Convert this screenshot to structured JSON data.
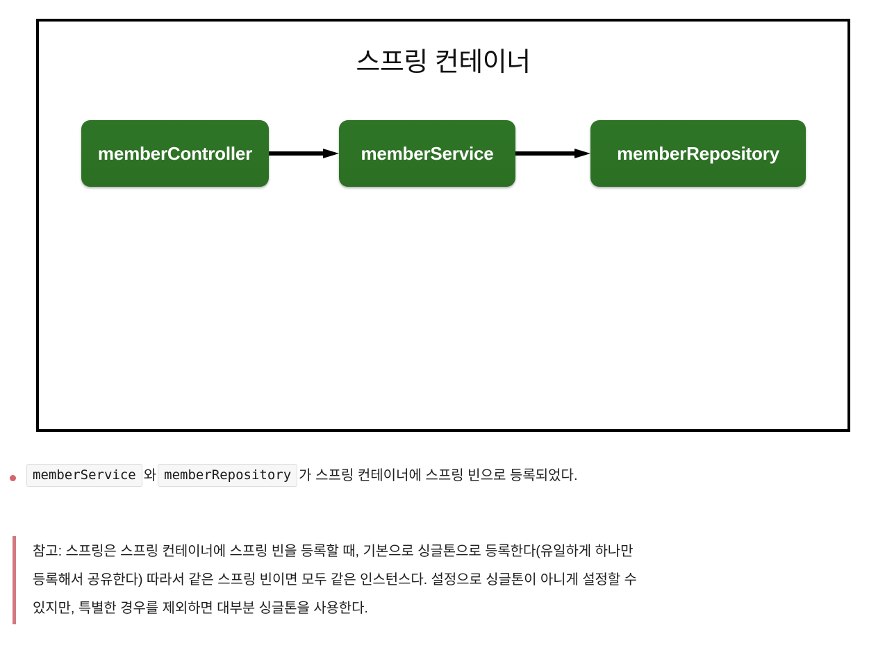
{
  "diagram": {
    "title": "스프링 컨테이너",
    "frame_border_color": "#000000",
    "node_color": "#2d7326",
    "node_text_color": "#ffffff",
    "arrow_color": "#000000",
    "nodes": [
      {
        "id": "memberController",
        "label": "memberController"
      },
      {
        "id": "memberService",
        "label": "memberService"
      },
      {
        "id": "memberRepository",
        "label": "memberRepository"
      }
    ],
    "edges": [
      {
        "from": "memberController",
        "to": "memberService"
      },
      {
        "from": "memberService",
        "to": "memberRepository"
      }
    ]
  },
  "bullets": [
    {
      "marker_color": "#d1656b",
      "code1": "memberService",
      "mid": "와",
      "code2": "memberRepository",
      "tail": "가 스프링 컨테이너에 스프링 빈으로 등록되었다."
    }
  ],
  "note": {
    "border_color": "#d2797f",
    "lines": [
      "참고: 스프링은 스프링 컨테이너에 스프링 빈을 등록할 때, 기본으로 싱글톤으로 등록한다(유일하게 하나만",
      "등록해서 공유한다) 따라서 같은 스프링 빈이면 모두 같은 인스턴스다. 설정으로 싱글톤이 아니게 설정할 수",
      "있지만, 특별한 경우를 제외하면 대부분 싱글톤을 사용한다."
    ]
  }
}
